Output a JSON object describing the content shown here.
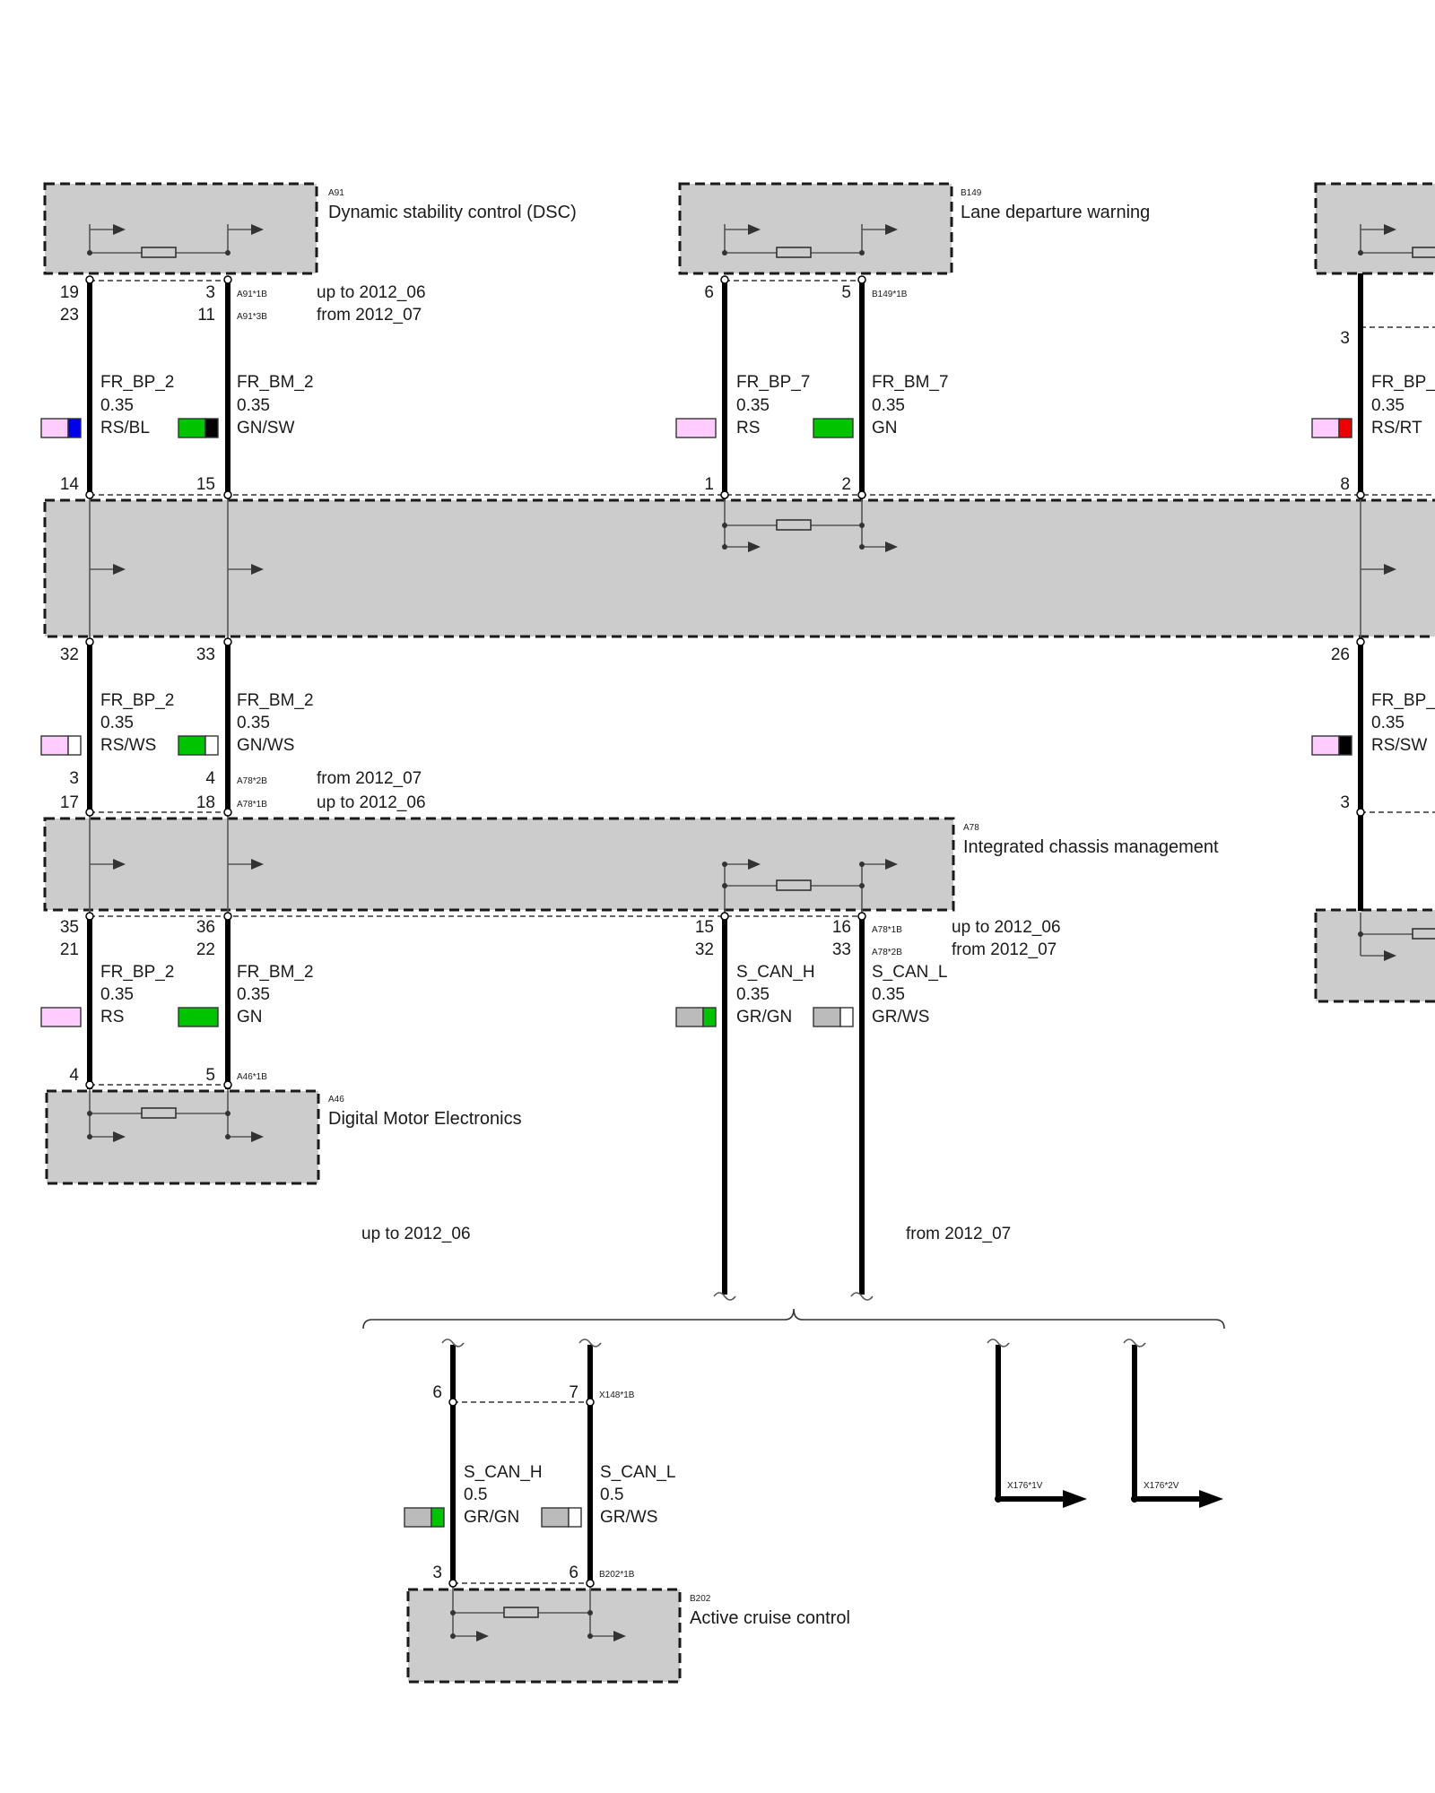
{
  "colors": {
    "RS": "#ffccff",
    "BL": "#0000ee",
    "GN": "#00c400",
    "SW": "#000000",
    "WS": "#ffffff",
    "RT": "#ee0000",
    "GR": "#bbbbbb",
    "box_fill": "#cccccc"
  },
  "components": [
    {
      "id": "A91",
      "name": "Dynamic stability control (DSC)"
    },
    {
      "id": "B149",
      "name": "Lane departure warning"
    },
    {
      "id": "A78",
      "name": "Integrated chassis management"
    },
    {
      "id": "A46",
      "name": "Digital Motor Electronics"
    },
    {
      "id": "B202",
      "name": "Active cruise control"
    }
  ],
  "connectors": {
    "a91_1b": "A91*1B",
    "a91_3b": "A91*3B",
    "b149_1b": "B149*1B",
    "a78_2b": "A78*2B",
    "a78_1b": "A78*1B",
    "a46_1b": "A46*1B",
    "x148_1b": "X148*1B",
    "b202_1b": "B202*1B",
    "x176_1v": "X176*1V",
    "x176_2v": "X176*2V"
  },
  "variants": {
    "up_to": "up to 2012_06",
    "from": "from 2012_07"
  },
  "pins": {
    "a91_l1": "19",
    "a91_l2": "23",
    "a91_r1": "3",
    "a91_r2": "11",
    "b149_l": "6",
    "b149_r": "5",
    "mid_top_l": "14",
    "mid_top_r": "15",
    "mid_top_b149_l": "1",
    "mid_top_b149_r": "2",
    "mid_top_right": "8",
    "mid_bot_l": "32",
    "mid_bot_r": "33",
    "mid_bot_right": "26",
    "a78_in_l1": "3",
    "a78_in_l2": "17",
    "a78_in_r1": "4",
    "a78_in_r2": "18",
    "a78_out_l1": "35",
    "a78_out_l2": "21",
    "a78_out_r1": "36",
    "a78_out_r2": "22",
    "a78_can_l1": "15",
    "a78_can_l2": "32",
    "a78_can_r1": "16",
    "a78_can_r2": "33",
    "a46_l": "4",
    "a46_r": "5",
    "right_top": "3",
    "right_bot": "3",
    "x148_l": "6",
    "x148_r": "7",
    "b202_l": "3",
    "b202_r": "6"
  },
  "wires": {
    "w1": {
      "signal": "FR_BP_2",
      "size": "0.35",
      "color": "RS/BL"
    },
    "w2": {
      "signal": "FR_BM_2",
      "size": "0.35",
      "color": "GN/SW"
    },
    "w3": {
      "signal": "FR_BP_7",
      "size": "0.35",
      "color": "RS"
    },
    "w4": {
      "signal": "FR_BM_7",
      "size": "0.35",
      "color": "GN"
    },
    "w5": {
      "signal": "FR_BP_",
      "size": "0.35",
      "color": "RS/RT"
    },
    "w6": {
      "signal": "FR_BP_2",
      "size": "0.35",
      "color": "RS/WS"
    },
    "w7": {
      "signal": "FR_BM_2",
      "size": "0.35",
      "color": "GN/WS"
    },
    "w8": {
      "signal": "FR_BP_",
      "size": "0.35",
      "color": "RS/SW"
    },
    "w9": {
      "signal": "FR_BP_2",
      "size": "0.35",
      "color": "RS"
    },
    "w10": {
      "signal": "FR_BM_2",
      "size": "0.35",
      "color": "GN"
    },
    "w11": {
      "signal": "S_CAN_H",
      "size": "0.35",
      "color": "GR/GN"
    },
    "w12": {
      "signal": "S_CAN_L",
      "size": "0.35",
      "color": "GR/WS"
    },
    "w13": {
      "signal": "S_CAN_H",
      "size": "0.5",
      "color": "GR/GN"
    },
    "w14": {
      "signal": "S_CAN_L",
      "size": "0.5",
      "color": "GR/WS"
    }
  }
}
